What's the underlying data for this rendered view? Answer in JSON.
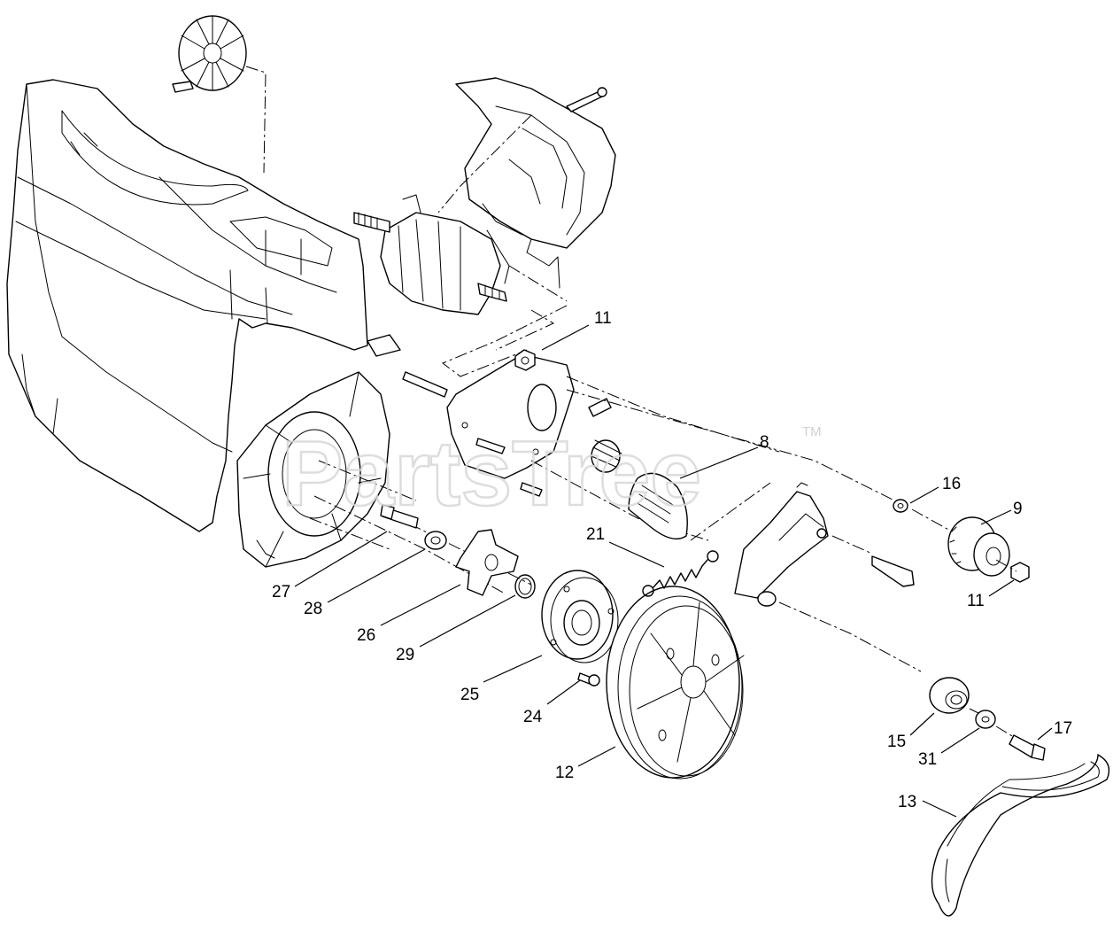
{
  "watermark": {
    "text": "PartsTree",
    "trademark": "TM"
  },
  "callouts": [
    {
      "id": "11a",
      "label": "11"
    },
    {
      "id": "8",
      "label": "8"
    },
    {
      "id": "16",
      "label": "16"
    },
    {
      "id": "9",
      "label": "9"
    },
    {
      "id": "11b",
      "label": "11"
    },
    {
      "id": "21",
      "label": "21"
    },
    {
      "id": "27",
      "label": "27"
    },
    {
      "id": "28",
      "label": "28"
    },
    {
      "id": "26",
      "label": "26"
    },
    {
      "id": "29",
      "label": "29"
    },
    {
      "id": "25",
      "label": "25"
    },
    {
      "id": "24",
      "label": "24"
    },
    {
      "id": "12",
      "label": "12"
    },
    {
      "id": "15",
      "label": "15"
    },
    {
      "id": "31",
      "label": "31"
    },
    {
      "id": "17",
      "label": "17"
    },
    {
      "id": "13",
      "label": "13"
    }
  ]
}
